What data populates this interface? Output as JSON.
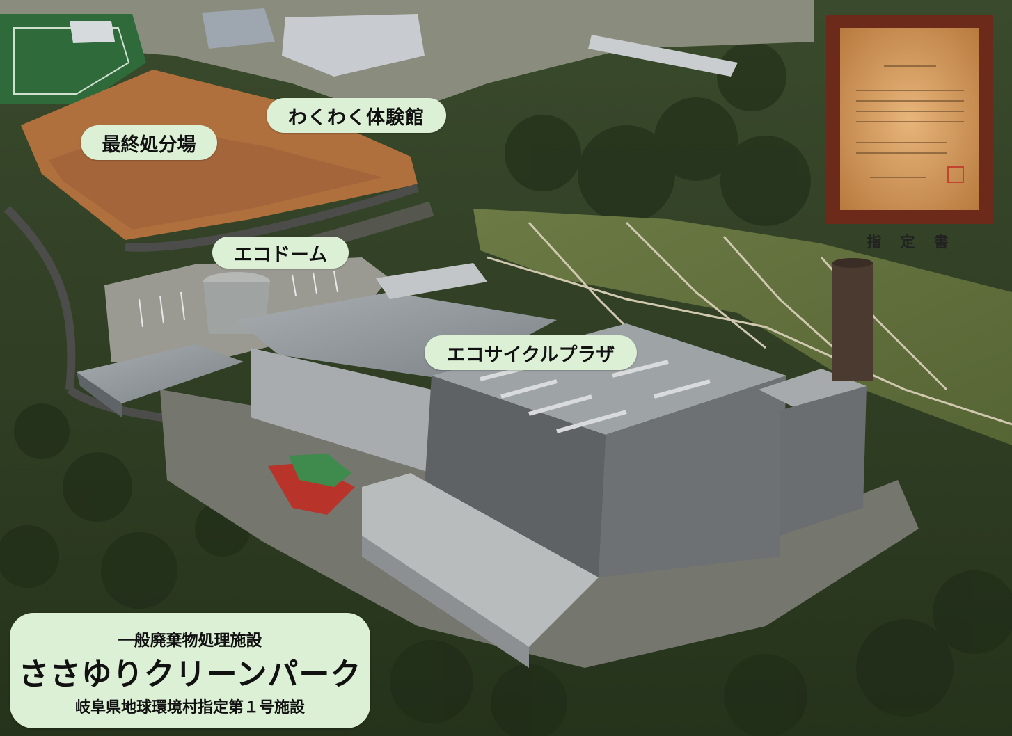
{
  "photo": {
    "labels": {
      "final_disposal": "最終処分場",
      "wakuwaku": "わくわく体験館",
      "eco_dome": "エコドーム",
      "eco_cycle_plaza": "エコサイクルプラザ"
    },
    "title_box": {
      "subtitle": "一般廃棄物処理施設",
      "name": "ささゆりクリーンパーク",
      "note": "岐阜県地球環境村指定第１号施設"
    },
    "certificate": {
      "caption": "指 定 書"
    }
  }
}
